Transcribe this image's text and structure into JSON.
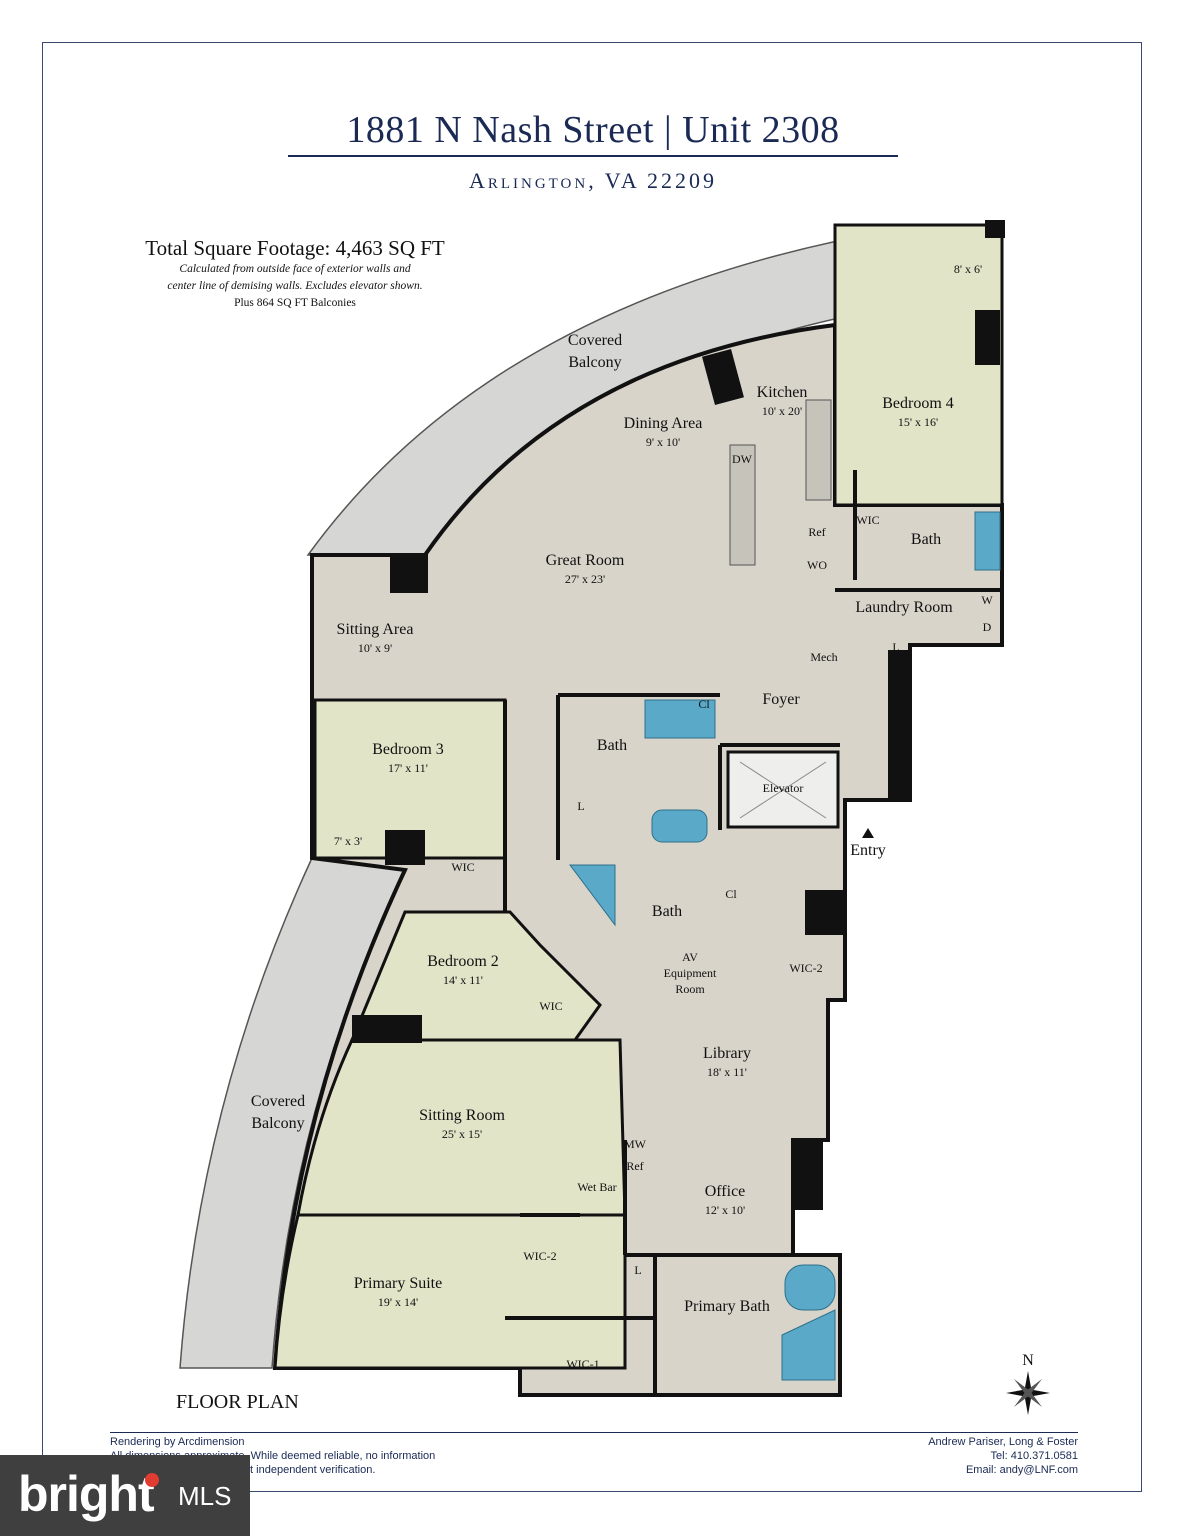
{
  "header": {
    "title": "1881 N Nash Street | Unit 2308",
    "subtitle": "Arlington, VA 22209"
  },
  "summary": {
    "total": "Total Square Footage: 4,463 SQ FT",
    "note_line1": "Calculated from outside face of exterior walls and",
    "note_line2": "center line of demising walls. Excludes elevator shown.",
    "balconies": "Plus 864 SQ FT Balconies"
  },
  "rooms": {
    "balcony_top": {
      "name_line1": "Covered",
      "name_line2": "Balcony"
    },
    "balcony_left": {
      "name_line1": "Covered",
      "name_line2": "Balcony"
    },
    "kitchen": {
      "name": "Kitchen",
      "dim": "10' x 20'"
    },
    "dining": {
      "name": "Dining Area",
      "dim": "9' x 10'"
    },
    "great_room": {
      "name": "Great Room",
      "dim": "27' x 23'"
    },
    "sitting_area": {
      "name": "Sitting Area",
      "dim": "10' x 9'"
    },
    "bedroom4": {
      "name": "Bedroom 4",
      "dim": "15' x 16'"
    },
    "bedroom4_closet": {
      "dim": "8' x 6'"
    },
    "bedroom3": {
      "name": "Bedroom 3",
      "dim": "17' x 11'"
    },
    "bedroom3_closet": {
      "dim": "7' x 3'"
    },
    "bedroom2": {
      "name": "Bedroom 2",
      "dim": "14' x 11'"
    },
    "sitting_room": {
      "name": "Sitting Room",
      "dim": "25' x 15'"
    },
    "primary_suite": {
      "name": "Primary Suite",
      "dim": "19' x 14'"
    },
    "library": {
      "name": "Library",
      "dim": "18' x 11'"
    },
    "office": {
      "name": "Office",
      "dim": "12' x 10'"
    },
    "primary_bath": {
      "name": "Primary Bath"
    },
    "laundry": {
      "name": "Laundry Room"
    },
    "foyer": {
      "name": "Foyer"
    },
    "elevator": {
      "name": "Elevator"
    },
    "entry": {
      "name": "Entry"
    },
    "av_room": {
      "line1": "AV",
      "line2": "Equipment",
      "line3": "Room"
    }
  },
  "labels": {
    "wic": "WIC",
    "wic1": "WIC-1",
    "wic2": "WIC-2",
    "bath": "Bath",
    "mech": "Mech",
    "dw": "DW",
    "ref": "Ref",
    "wo": "WO",
    "mw": "MW",
    "wet_bar": "Wet Bar",
    "cl": "Cl",
    "l": "L",
    "w": "W",
    "d": "D",
    "north": "N"
  },
  "footer": {
    "plan_label": "FLOOR PLAN",
    "rendering": "Rendering by Arcdimension",
    "disclaimer1": "All dimensions approximate. While deemed reliable, no information",
    "disclaimer2": "should be relied upon without independent verification.",
    "agent": "Andrew Pariser, Long & Foster",
    "phone": "Tel: 410.371.0581",
    "email": "Email: andy@LNF.com"
  },
  "logo": {
    "brand": "bright",
    "suffix": "MLS"
  },
  "colors": {
    "floor": "#d9d4ca",
    "balcony": "#d6d6d4",
    "carpet": "#e2e4c8",
    "wall": "#111111",
    "fixture": "#5aa9c9",
    "title": "#1a2a55"
  }
}
